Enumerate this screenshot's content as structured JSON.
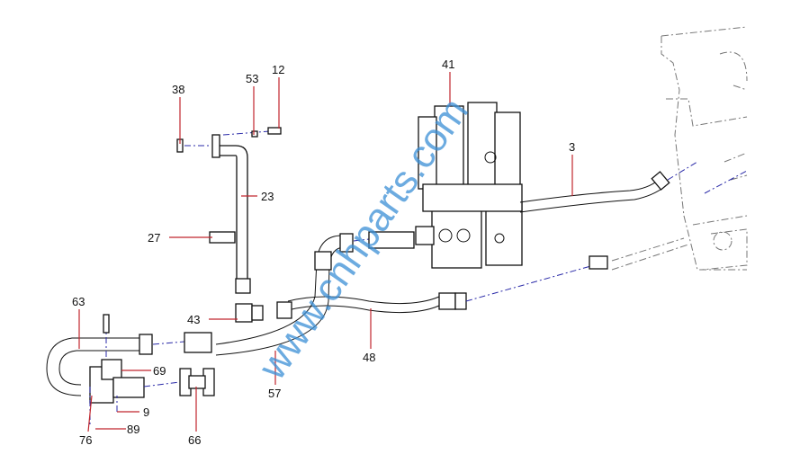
{
  "diagram": {
    "callouts": [
      "41",
      "38",
      "53",
      "12",
      "3",
      "23",
      "27",
      "63",
      "43",
      "69",
      "48",
      "9",
      "57",
      "76",
      "89",
      "66"
    ],
    "watermark": "www.cnhparts.com"
  }
}
